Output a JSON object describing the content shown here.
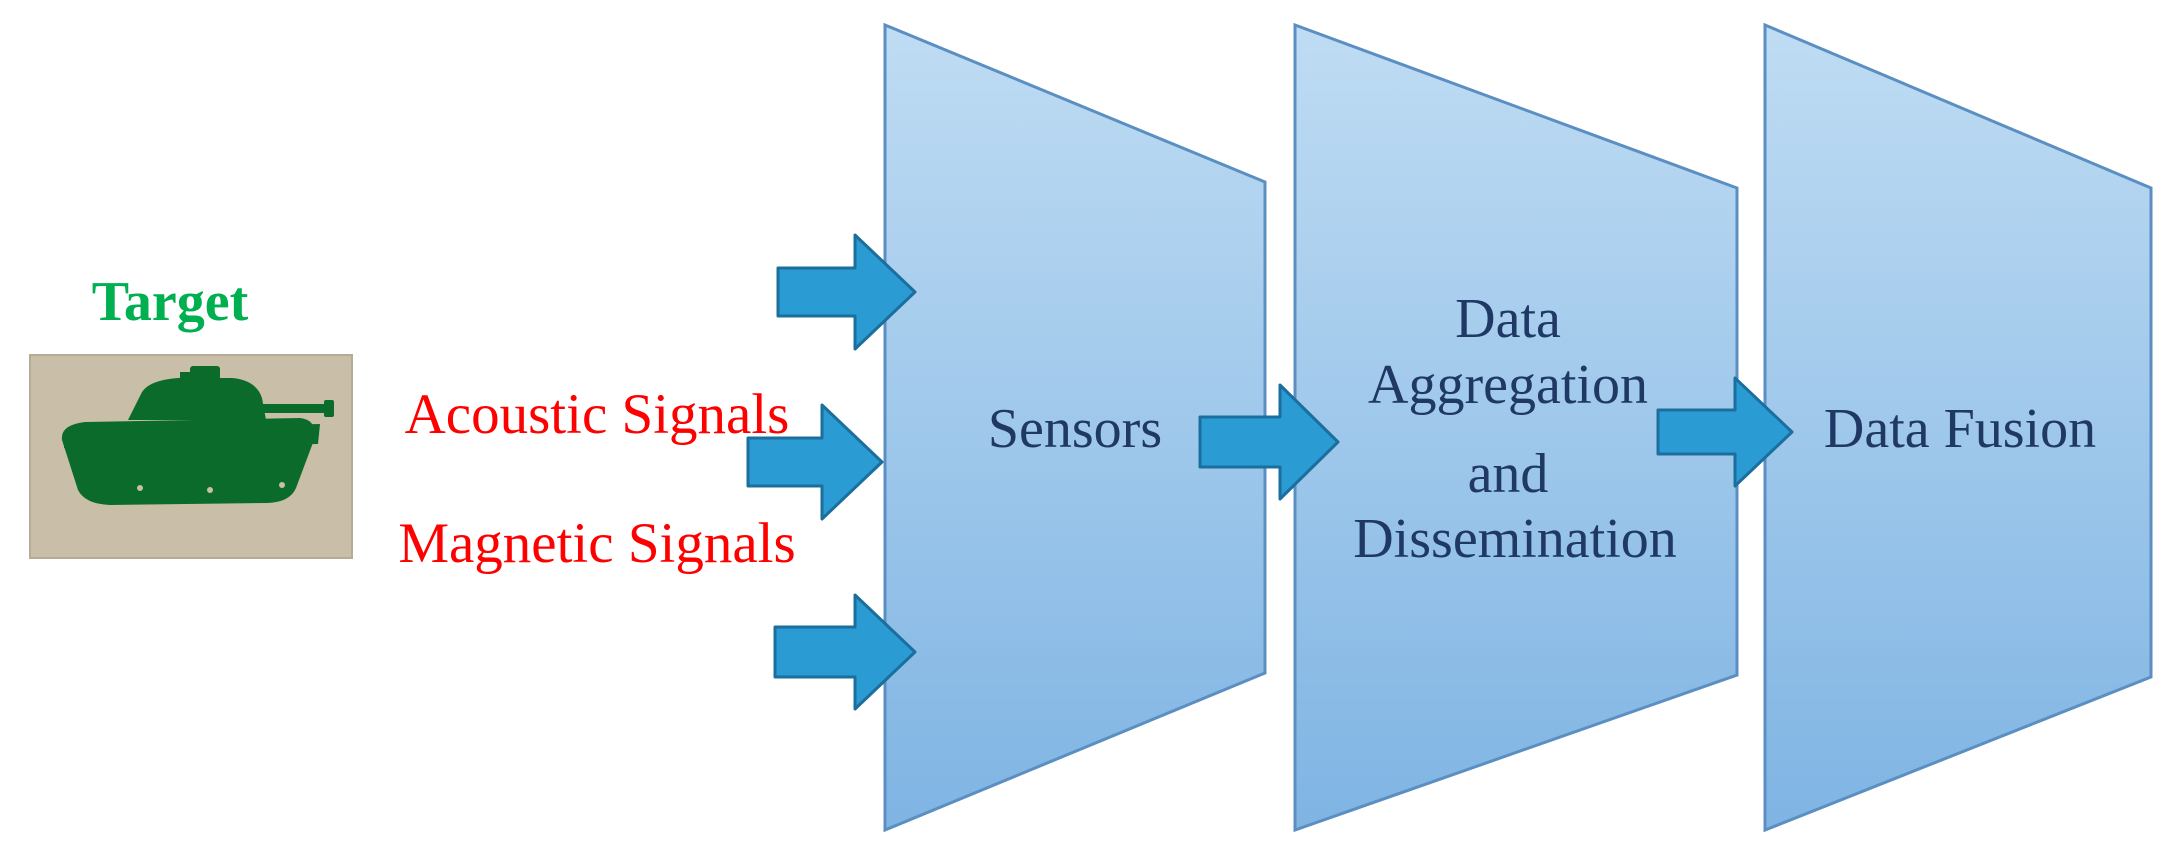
{
  "target": {
    "label": "Target",
    "icon": "tank-icon"
  },
  "signals": {
    "acoustic": "Acoustic Signals",
    "magnetic": "Magnetic Signals"
  },
  "stages": {
    "sensors": {
      "lines": [
        "Sensors"
      ]
    },
    "aggregation": {
      "lines": [
        "Data",
        "Aggregation",
        "and",
        "Dissemination"
      ]
    },
    "fusion": {
      "lines": [
        "Data Fusion"
      ]
    }
  },
  "colors": {
    "target_label": "#00b050",
    "signal_text": "#ff0000",
    "stage_text": "#1f3864",
    "tank": "#0b6b2a",
    "target_box": "#c9bea8",
    "arrow_fill": "#2b9bd3",
    "arrow_stroke": "#1a6f9e",
    "stage_fill_top": "#bfdcf3",
    "stage_fill_bottom": "#7fb4e3",
    "stage_stroke": "#5b8fc2"
  }
}
